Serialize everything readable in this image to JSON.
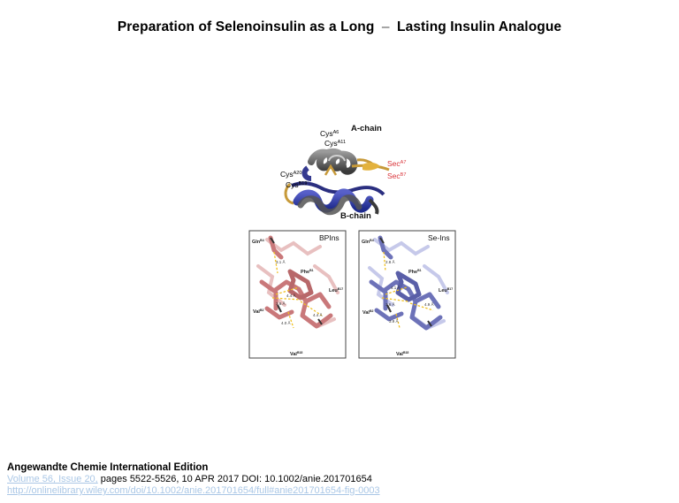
{
  "title": {
    "part1": "Preparation of Selenoinsulin as a Long",
    "dash": "–",
    "part2": "Lasting Insulin Analogue"
  },
  "figure": {
    "top": {
      "a_chain_label": "A-chain",
      "b_chain_label": "B-chain",
      "labels": [
        {
          "base": "Cys",
          "sup": "A6",
          "color": "#222222"
        },
        {
          "base": "Cys",
          "sup": "A11",
          "color": "#222222"
        },
        {
          "base": "Cys",
          "sup": "A20",
          "color": "#222222"
        },
        {
          "base": "Cys",
          "sup": "B19",
          "color": "#222222"
        },
        {
          "base": "Sec",
          "sup": "A7",
          "color": "#d9343a"
        },
        {
          "base": "Sec",
          "sup": "B7",
          "color": "#d9343a"
        }
      ]
    },
    "panels": [
      {
        "title": "BPIns",
        "color": "#d98a8c",
        "residues": [
          {
            "base": "Gln",
            "sup": "B4"
          },
          {
            "base": "Phe",
            "sup": "B1"
          },
          {
            "base": "Leu",
            "sup": "B17"
          },
          {
            "base": "Val",
            "sup": "B2"
          },
          {
            "base": "Val",
            "sup": "B18"
          }
        ],
        "distances": [
          "3.1 Å",
          "4.4 Å",
          "3.6 Å",
          "4.4 Å",
          "4.0 Å"
        ]
      },
      {
        "title": "Se-Ins",
        "color": "#7a7fc0",
        "residues": [
          {
            "base": "Gln",
            "sup": "B4"
          },
          {
            "base": "Phe",
            "sup": "B1"
          },
          {
            "base": "Leu",
            "sup": "B17"
          },
          {
            "base": "Val",
            "sup": "B2"
          },
          {
            "base": "Val",
            "sup": "B18"
          }
        ],
        "distances": [
          "2.8 Å",
          "4.1 Å",
          "3.6 Å",
          "4.9 Å",
          "3.9 Å"
        ]
      }
    ]
  },
  "caption": {
    "journal": "Angewandte Chemie International Edition",
    "volume_link": "Volume 56, Issue 20,",
    "details": " pages 5522-5526, 10 APR 2017 DOI: 10.1002/anie.201701654",
    "url": "http://onlinelibrary.wiley.com/doi/10.1002/anie.201701654/full#anie201701654-fig-0003"
  }
}
